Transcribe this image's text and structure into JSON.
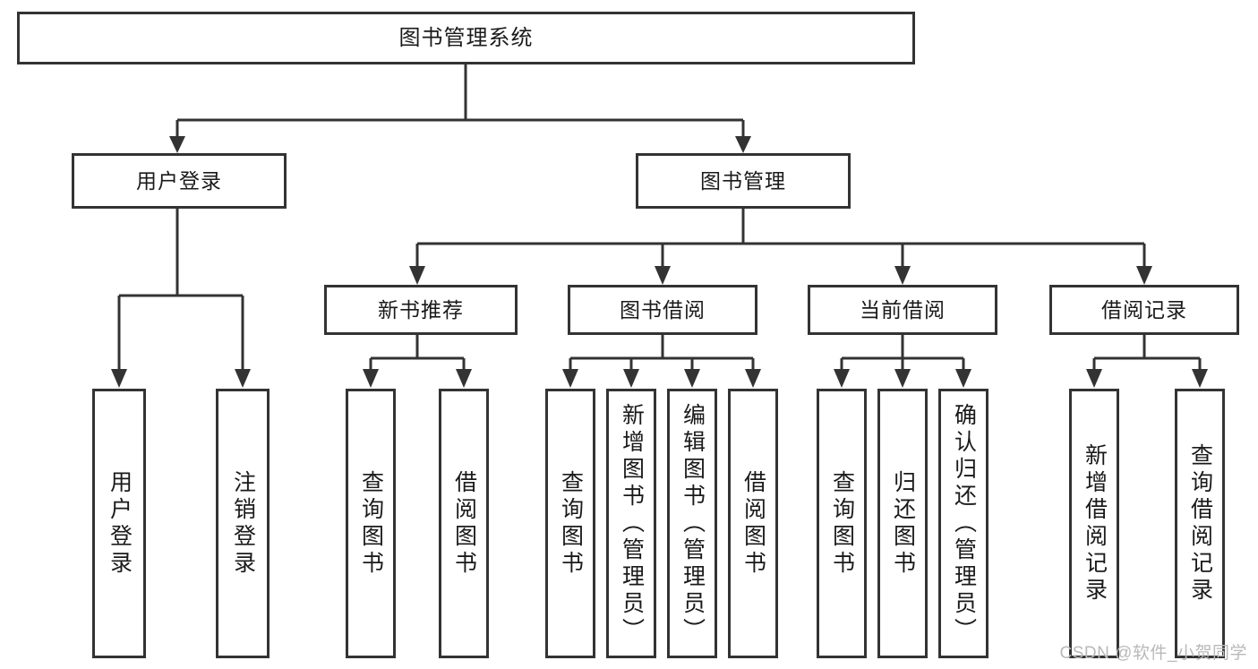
{
  "diagram": {
    "type": "tree",
    "title": "图书管理系统",
    "orientation": "top-down",
    "colors": {
      "stroke": "#333333",
      "box_fill": "#ffffff",
      "text": "#1a1a1a",
      "watermark": "#b9b9b9",
      "background": "#ffffff"
    },
    "root": {
      "label": "图书管理系统"
    },
    "level2": [
      {
        "label": "用户登录"
      },
      {
        "label": "图书管理"
      }
    ],
    "level3": [
      {
        "label": "新书推荐"
      },
      {
        "label": "图书借阅"
      },
      {
        "label": "当前借阅"
      },
      {
        "label": "借阅记录"
      }
    ],
    "leaves": {
      "user_login": [
        {
          "label": "用户登录"
        },
        {
          "label": "注销登录"
        }
      ],
      "new_book_recommend": [
        {
          "label": "查询图书"
        },
        {
          "label": "借阅图书"
        }
      ],
      "book_borrow": [
        {
          "label": "查询图书"
        },
        {
          "label": "新增图书（管理员）"
        },
        {
          "label": "编辑图书（管理员）"
        },
        {
          "label": "借阅图书"
        }
      ],
      "current_borrow": [
        {
          "label": "查询图书"
        },
        {
          "label": "归还图书"
        },
        {
          "label": "确认归还（管理员）"
        }
      ],
      "borrow_records": [
        {
          "label": "新增借阅记录"
        },
        {
          "label": "查询借阅记录"
        }
      ]
    },
    "watermark": "CSDN @软件_小贺同学"
  }
}
